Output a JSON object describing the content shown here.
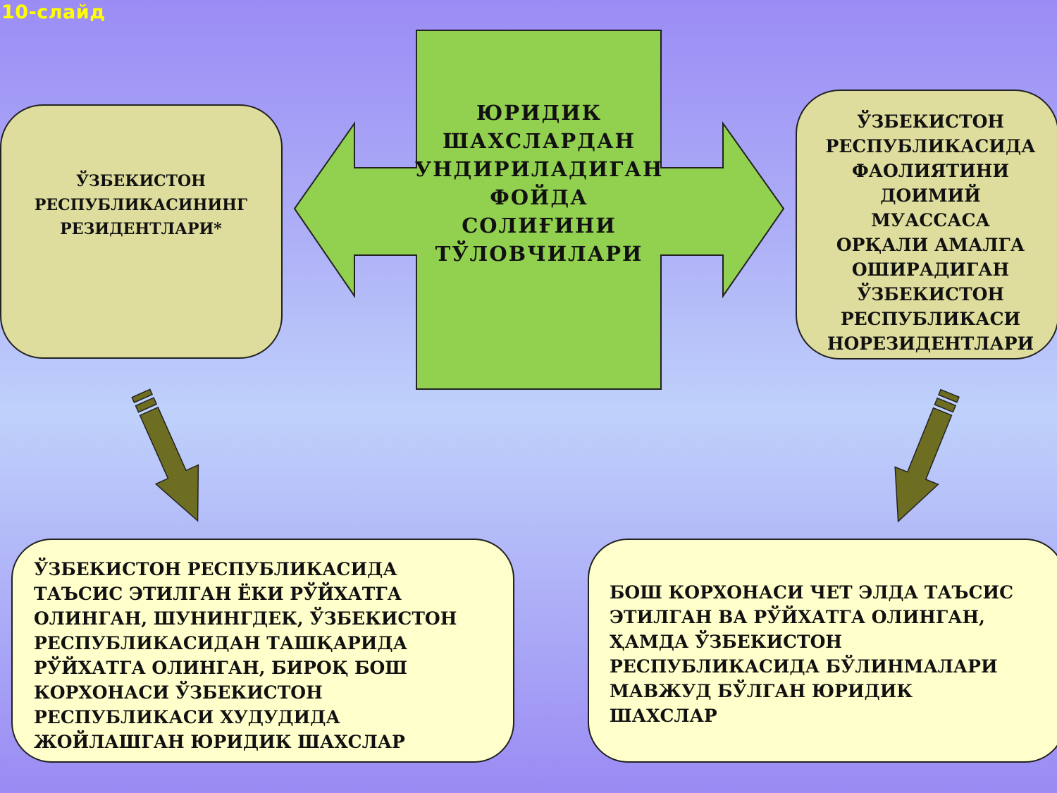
{
  "slide_label": "10-слайд",
  "center": {
    "text": "ЮРИДИК\nШАХСЛАРДАН\nУНДИРИЛАДИГАН\nФОЙДА\nСОЛИҒИНИ\nТЎЛОВЧИЛАРИ"
  },
  "left_top": {
    "text": "ЎЗБЕКИСТОН\nРЕСПУБЛИКАСИНИНГ\nРЕЗИДЕНТЛАРИ*"
  },
  "right_top": {
    "text": "ЎЗБЕКИСТОН\nРЕСПУБЛИКАСИДА\nФАОЛИЯТИНИ\nДОИМИЙ\nМУАССАСА\nОРҚАЛИ АМАЛГА\nОШИРАДИГАН\nЎЗБЕКИСТОН\nРЕСПУБЛИКАСИ\nНОРЕЗИДЕНТЛАРИ"
  },
  "bottom_left": {
    "text": "ЎЗБЕКИСТОН РЕСПУБЛИКАСИДА\nТАЪСИС ЭТИЛГАН ЁКИ РЎЙХАТГА\nОЛИНГАН, ШУНИНГДЕК, ЎЗБЕКИСТОН\nРЕСПУБЛИКАСИДАН ТАШҚАРИДА\nРЎЙХАТГА ОЛИНГАН, БИРОҚ БОШ\nКОРХОНАСИ ЎЗБЕКИСТОН\nРЕСПУБЛИКАСИ ХУДУДИДА\nЖОЙЛАШГАН ЮРИДИК ШАХСЛАР"
  },
  "bottom_right": {
    "text": "БОШ КОРХОНАСИ ЧЕТ ЭЛДА ТАЪСИС\nЭТИЛГАН ВА РЎЙХАТГА ОЛИНГАН,\nҲАМДА ЎЗБЕКИСТОН\nРЕСПУБЛИКАСИДА БЎЛИНМАЛАРИ\nМАВЖУД БЎЛГАН ЮРИДИК\nШАХСЛАР"
  },
  "colors": {
    "center_fill": "#92d050",
    "top_box_fill": "#dedd9d",
    "bottom_box_fill": "#ffffcc",
    "down_arrow_fill": "#6e6e23",
    "slide_label": "#ffff00"
  }
}
